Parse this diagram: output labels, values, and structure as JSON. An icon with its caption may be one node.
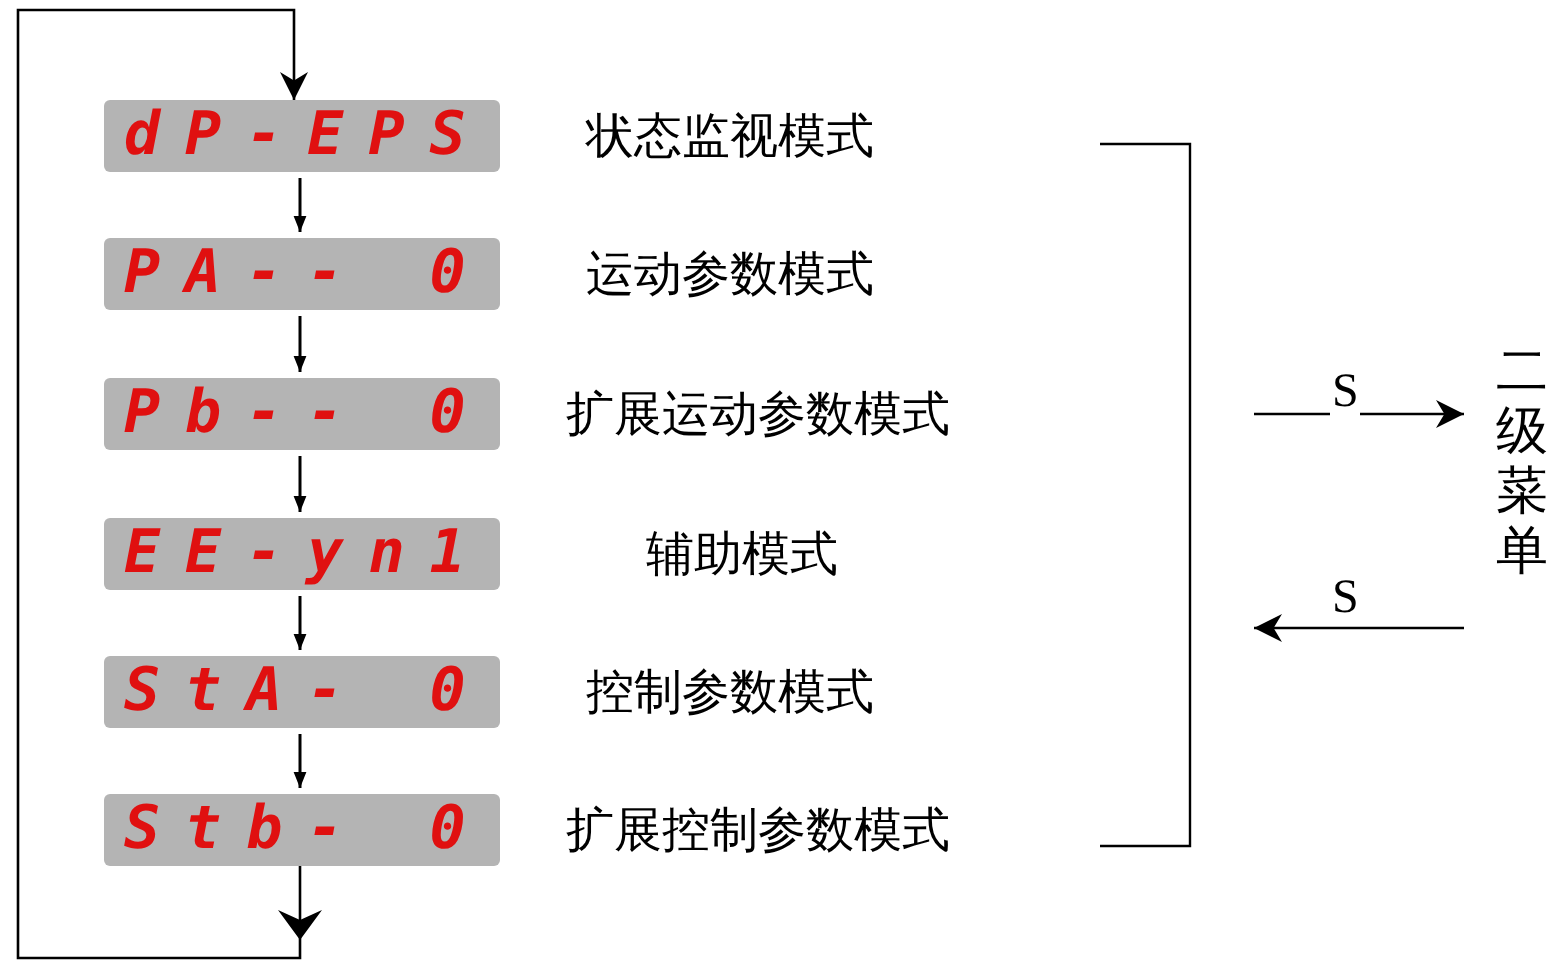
{
  "diagram": {
    "nodes": [
      {
        "text": [
          "dP-EPS"
        ],
        "beside": [
          "状态监视模式"
        ]
      },
      {
        "text": [
          "PA-- 0"
        ],
        "beside": [
          "运动参数模式"
        ]
      },
      {
        "text": [
          "Pb-- 0"
        ],
        "beside": [
          "扩展运动参数模式"
        ]
      },
      {
        "text": [
          "EE-yn1"
        ],
        "beside": [
          "辅助模式"
        ]
      },
      {
        "text": [
          "StA- 0"
        ],
        "beside": [
          "控制参数模式"
        ]
      },
      {
        "text": [
          "Stb- 0"
        ],
        "beside": [
          "扩展控制参数模式"
        ]
      },
      {
        "text": [
          "二级菜单"
        ]
      }
    ],
    "edges": [
      {
        "from": 0,
        "to": 1,
        "arrow": "to"
      },
      {
        "from": 1,
        "to": 2,
        "arrow": "to"
      },
      {
        "from": 2,
        "to": 3,
        "arrow": "to"
      },
      {
        "from": 3,
        "to": 4,
        "arrow": "to"
      },
      {
        "from": 4,
        "to": 5,
        "arrow": "to"
      },
      {
        "from": 5,
        "to": 0,
        "arrow": "to"
      },
      {
        "from": null,
        "to": 6,
        "arrow": "to",
        "label": "S"
      },
      {
        "from": 6,
        "to": null,
        "arrow": "to",
        "label": "S"
      }
    ]
  }
}
